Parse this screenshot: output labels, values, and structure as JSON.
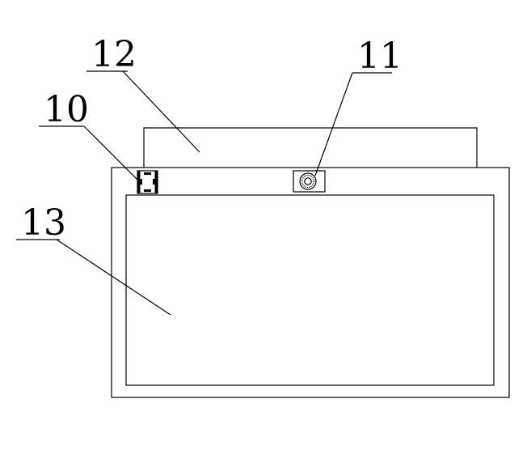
{
  "labels": {
    "part_10": "10",
    "part_11": "11",
    "part_12": "12",
    "part_13": "13"
  },
  "colors": {
    "stroke": "#000000",
    "background": "#ffffff"
  }
}
